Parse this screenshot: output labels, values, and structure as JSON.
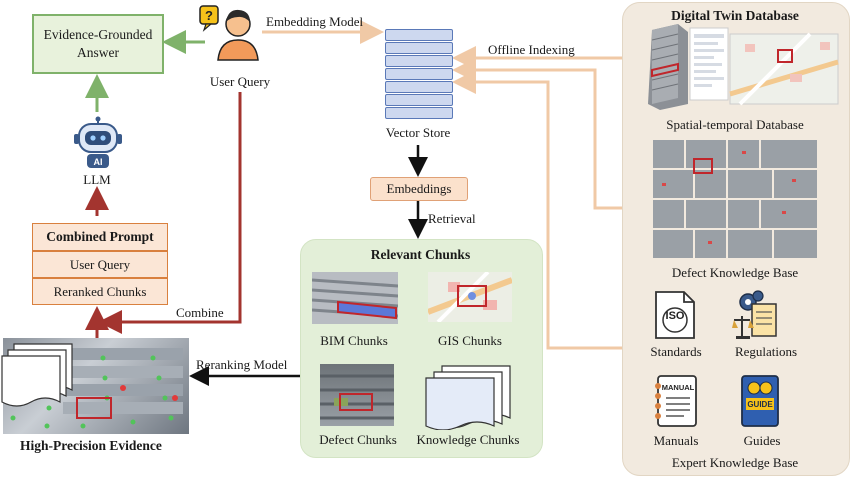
{
  "answer": "Evidence-Grounded Answer",
  "user_query_label": "User Query",
  "embedding_model": "Embedding Model",
  "offline_indexing": "Offline Indexing",
  "vector_store": "Vector Store",
  "embeddings": "Embeddings",
  "retrieval": "Retrieval",
  "llm": "LLM",
  "ai_badge": "AI",
  "prompt": {
    "title": "Combined Prompt",
    "user_query": "User Query",
    "reranked": "Reranked Chunks"
  },
  "combine": "Combine",
  "reranking_model": "Reranking Model",
  "high_precision": "High-Precision Evidence",
  "chunks": {
    "title": "Relevant Chunks",
    "bim": "BIM Chunks",
    "gis": "GIS Chunks",
    "defect": "Defect Chunks",
    "knowledge": "Knowledge Chunks"
  },
  "digital_twin": {
    "title": "Digital Twin Database",
    "spatial": "Spatial-temporal Database",
    "defect": "Defect Knowledge Base",
    "standards": "Standards",
    "iso": "ISO",
    "regulations": "Regulations",
    "manuals": "Manuals",
    "manual_word": "MANUAL",
    "guides": "Guides",
    "guide_word": "GUIDE",
    "expert": "Expert Knowledge Base"
  },
  "query_bubble": "?",
  "colors": {
    "green": "#7fb26a",
    "dark_red": "#a3342f",
    "peach": "#f0c9a6",
    "blue": "#5a79b8",
    "orange": "#d9803e"
  }
}
